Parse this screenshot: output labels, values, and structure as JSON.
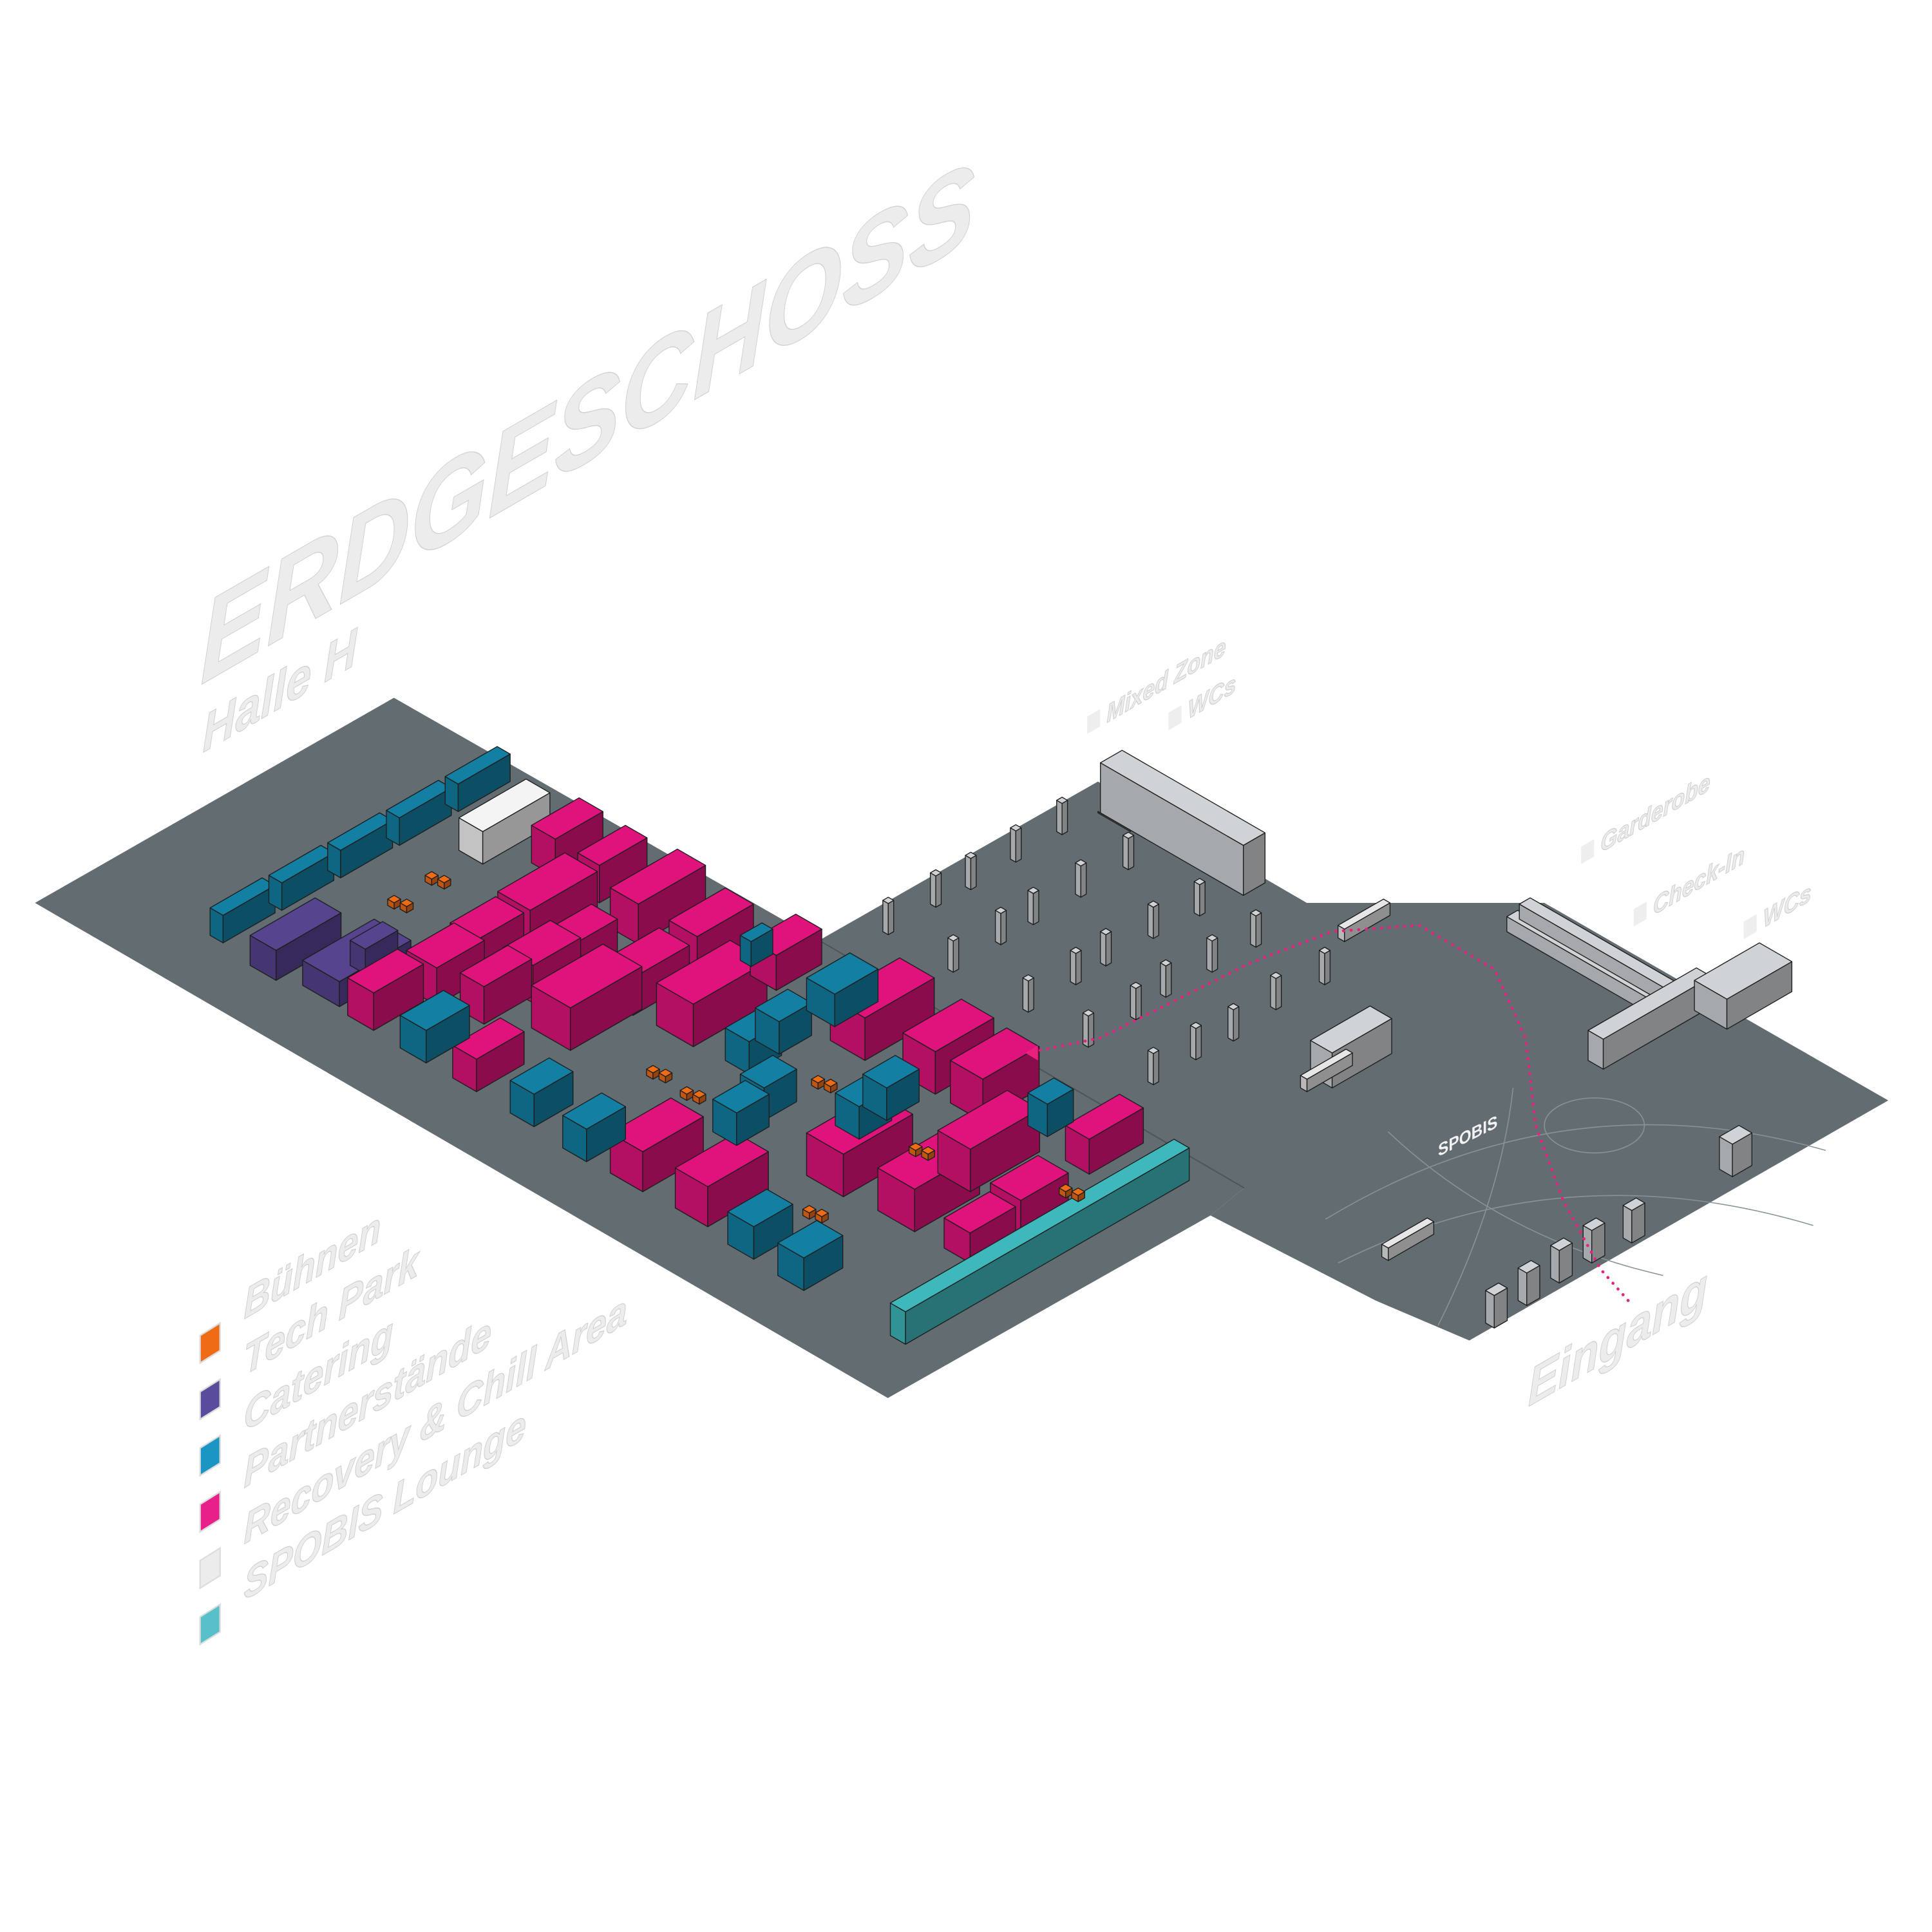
{
  "map": {
    "title": "ERDGESCHOSS",
    "subtitle": "Halle H",
    "entrance_label": "Eingang",
    "logo_text": "SPOBIS",
    "area_labels": [
      {
        "label": "Mixed Zone"
      },
      {
        "label": "WCs"
      },
      {
        "label": "Garderobe"
      },
      {
        "label": "Check-In"
      },
      {
        "label": "WCs"
      }
    ]
  },
  "legend": [
    {
      "label": "Bühnen",
      "color": "#ef6c17"
    },
    {
      "label": "Tech Park",
      "color": "#5b4b9b"
    },
    {
      "label": "Catering",
      "color": "#1b96c4"
    },
    {
      "label": "Partnerstände",
      "color": "#e8218a"
    },
    {
      "label": "Recovery & Chill Area",
      "color": "#ececec"
    },
    {
      "label": "SPOBIS Lounge",
      "color": "#57c0c8"
    }
  ],
  "colors": {
    "floor": "#636d71",
    "pink": "#e0137c",
    "blue": "#137fa3",
    "purple": "#56448f",
    "orange": "#ef6c17",
    "lounge": "#3fb8bb",
    "white_fixture": "#d0d3d6",
    "path": "#e8217f"
  }
}
